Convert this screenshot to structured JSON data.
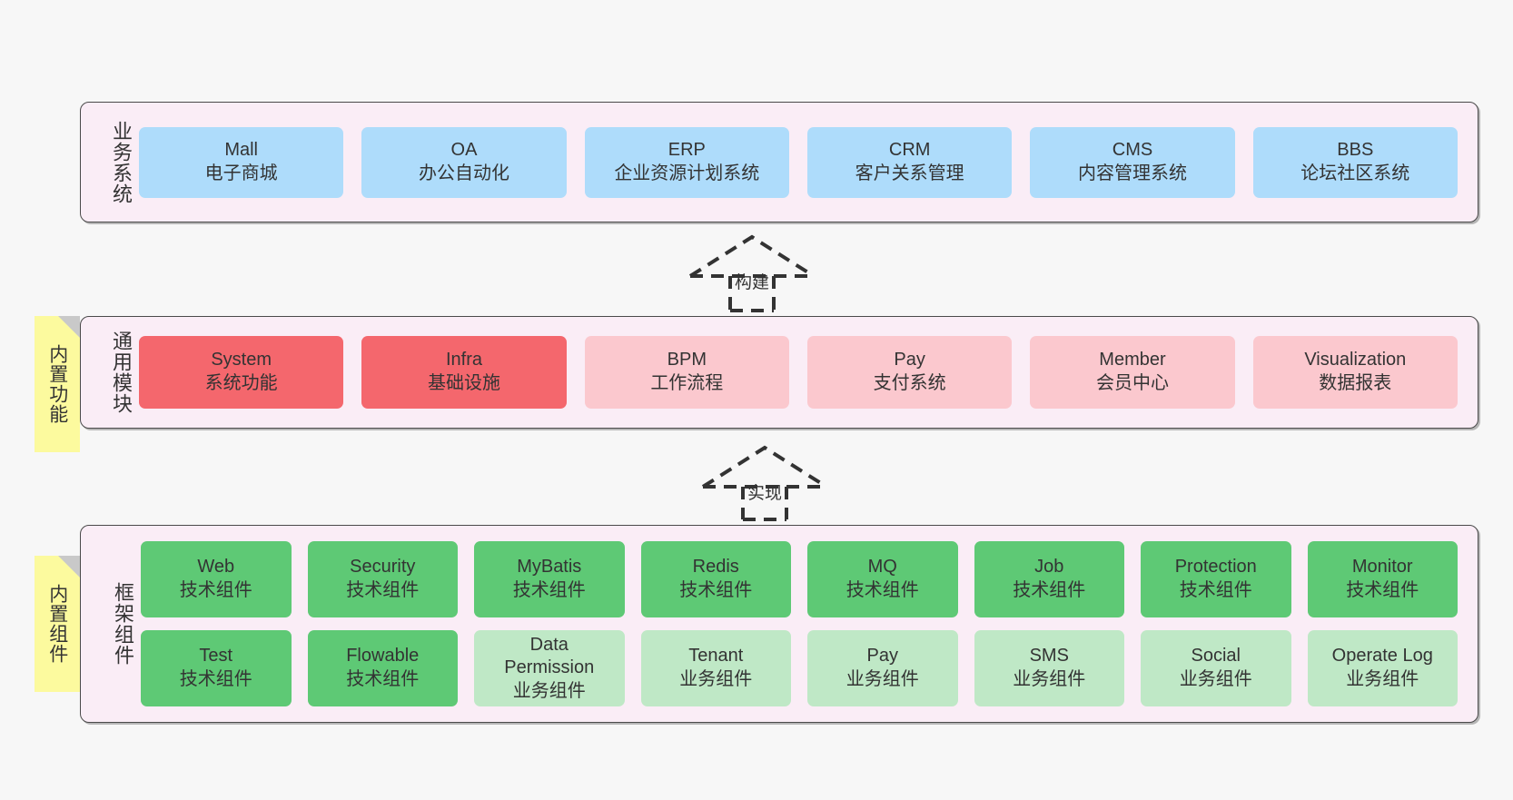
{
  "diagram": {
    "background_color": "#f7f7f7",
    "panel_color": "#faedf6",
    "note_color": "#fcfa9e",
    "colors": {
      "business": "#aedcfb",
      "module_core": "#f4676d",
      "module_optional": "#fbc8ce",
      "tech_component": "#5ec975",
      "business_component": "#bfe8c6"
    }
  },
  "layers": [
    {
      "id": "business-system",
      "title": "业务系统",
      "note": null,
      "rows": [
        {
          "cells": [
            {
              "en": "Mall",
              "cn": "电子商城",
              "style": "blue"
            },
            {
              "en": "OA",
              "cn": "办公自动化",
              "style": "blue"
            },
            {
              "en": "ERP",
              "cn": "企业资源计划系统",
              "style": "blue"
            },
            {
              "en": "CRM",
              "cn": "客户关系管理",
              "style": "blue"
            },
            {
              "en": "CMS",
              "cn": "内容管理系统",
              "style": "blue"
            },
            {
              "en": "BBS",
              "cn": "论坛社区系统",
              "style": "blue"
            }
          ]
        }
      ]
    },
    {
      "id": "common-module",
      "title": "通用模块",
      "note": "内置功能",
      "rows": [
        {
          "cells": [
            {
              "en": "System",
              "cn": "系统功能",
              "style": "red"
            },
            {
              "en": "Infra",
              "cn": "基础设施",
              "style": "red"
            },
            {
              "en": "BPM",
              "cn": "工作流程",
              "style": "pink"
            },
            {
              "en": "Pay",
              "cn": "支付系统",
              "style": "pink"
            },
            {
              "en": "Member",
              "cn": "会员中心",
              "style": "pink"
            },
            {
              "en": "Visualization",
              "cn": "数据报表",
              "style": "pink"
            }
          ]
        }
      ]
    },
    {
      "id": "framework-component",
      "title": "框架组件",
      "note": "内置组件",
      "rows": [
        {
          "cells": [
            {
              "en": "Web",
              "cn": "技术组件",
              "style": "green"
            },
            {
              "en": "Security",
              "cn": "技术组件",
              "style": "green"
            },
            {
              "en": "MyBatis",
              "cn": "技术组件",
              "style": "green"
            },
            {
              "en": "Redis",
              "cn": "技术组件",
              "style": "green"
            },
            {
              "en": "MQ",
              "cn": "技术组件",
              "style": "green"
            },
            {
              "en": "Job",
              "cn": "技术组件",
              "style": "green"
            },
            {
              "en": "Protection",
              "cn": "技术组件",
              "style": "green"
            },
            {
              "en": "Monitor",
              "cn": "技术组件",
              "style": "green"
            }
          ]
        },
        {
          "cells": [
            {
              "en": "Test",
              "cn": "技术组件",
              "style": "green"
            },
            {
              "en": "Flowable",
              "cn": "技术组件",
              "style": "green"
            },
            {
              "en": "Data Permission",
              "cn": "业务组件",
              "style": "green-light"
            },
            {
              "en": "Tenant",
              "cn": "业务组件",
              "style": "green-light"
            },
            {
              "en": "Pay",
              "cn": "业务组件",
              "style": "green-light"
            },
            {
              "en": "SMS",
              "cn": "业务组件",
              "style": "green-light"
            },
            {
              "en": "Social",
              "cn": "业务组件",
              "style": "green-light"
            },
            {
              "en": "Operate Log",
              "cn": "业务组件",
              "style": "green-light"
            }
          ]
        }
      ]
    }
  ],
  "connectors": [
    {
      "id": "build",
      "label": "构建",
      "from": "common-module",
      "to": "business-system"
    },
    {
      "id": "implement",
      "label": "实现",
      "from": "framework-component",
      "to": "common-module"
    }
  ]
}
